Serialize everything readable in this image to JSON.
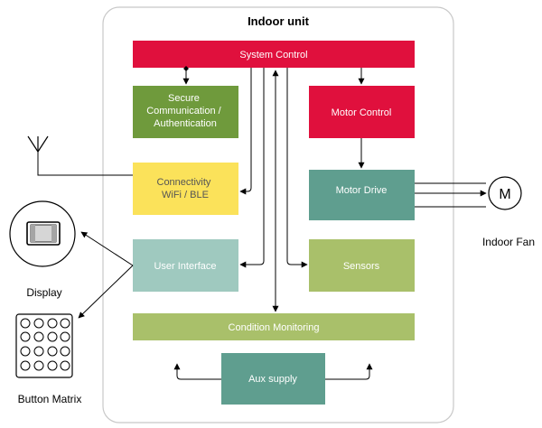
{
  "title": "Indoor unit",
  "blocks": {
    "system_control": "System Control",
    "secure_comm": [
      "Secure",
      "Communication /",
      "Authentication"
    ],
    "motor_control": "Motor Control",
    "connectivity": [
      "Connectivity",
      "WiFi / BLE"
    ],
    "motor_drive": "Motor Drive",
    "user_interface": "User Interface",
    "sensors": "Sensors",
    "condition_monitoring": "Condition Monitoring",
    "aux_supply": "Aux supply"
  },
  "external": {
    "motor_symbol": "M",
    "indoor_fan": "Indoor Fan",
    "display": "Display",
    "button_matrix": "Button Matrix"
  },
  "colors": {
    "red": "#e0103d",
    "dark_green": "#6f9a3c",
    "yellow": "#fbe25a",
    "teal": "#5f9e8f",
    "light_teal": "#9fc9bf",
    "olive": "#a9c06a",
    "text_dark": "#222222"
  }
}
